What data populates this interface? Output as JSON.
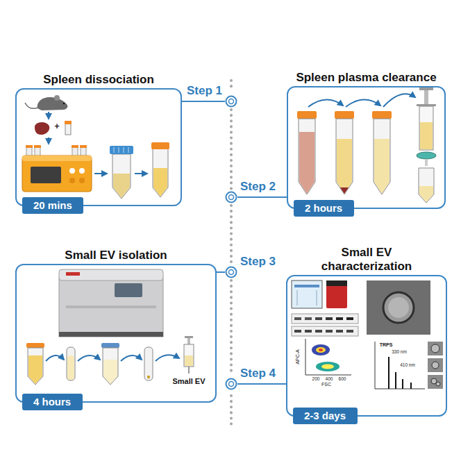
{
  "diagram": {
    "nodes": [
      {
        "text": [
          "Spleen dissociation"
        ]
      },
      {
        "text": [
          "20 mins"
        ],
        "in": 0
      },
      {
        "text": [
          "Step 1"
        ]
      },
      {
        "text": [
          "Spleen plasma clearance"
        ]
      },
      {
        "text": [
          "2 hours"
        ],
        "in": 3
      },
      {
        "text": [
          "Step 2"
        ]
      },
      {
        "text": [
          "Small EV isolation"
        ]
      },
      {
        "text": [
          "4 hours"
        ],
        "in": 6
      },
      {
        "text": [
          "Step 3"
        ]
      },
      {
        "text": [
          "Small EV characterization"
        ]
      },
      {
        "text": [
          "2-3 days"
        ],
        "in": 9
      },
      {
        "text": [
          "Step 4"
        ]
      }
    ],
    "edges": [
      {
        "from": 0,
        "to": 2,
        "arrow": "none"
      },
      {
        "from": 3,
        "to": 5,
        "arrow": "none"
      },
      {
        "from": 6,
        "to": 8,
        "arrow": "none"
      },
      {
        "from": 9,
        "to": 11,
        "arrow": "none"
      },
      {
        "from": 2,
        "to": 5,
        "arrow": "none"
      },
      {
        "from": 5,
        "to": 8,
        "arrow": "none"
      },
      {
        "from": 8,
        "to": 11,
        "arrow": "none"
      }
    ],
    "labels": [
      "+",
      "Small EV",
      "APC-A",
      "FSC",
      "200",
      "400",
      "600",
      "TRPS",
      "330 nm",
      "410 nm"
    ]
  }
}
